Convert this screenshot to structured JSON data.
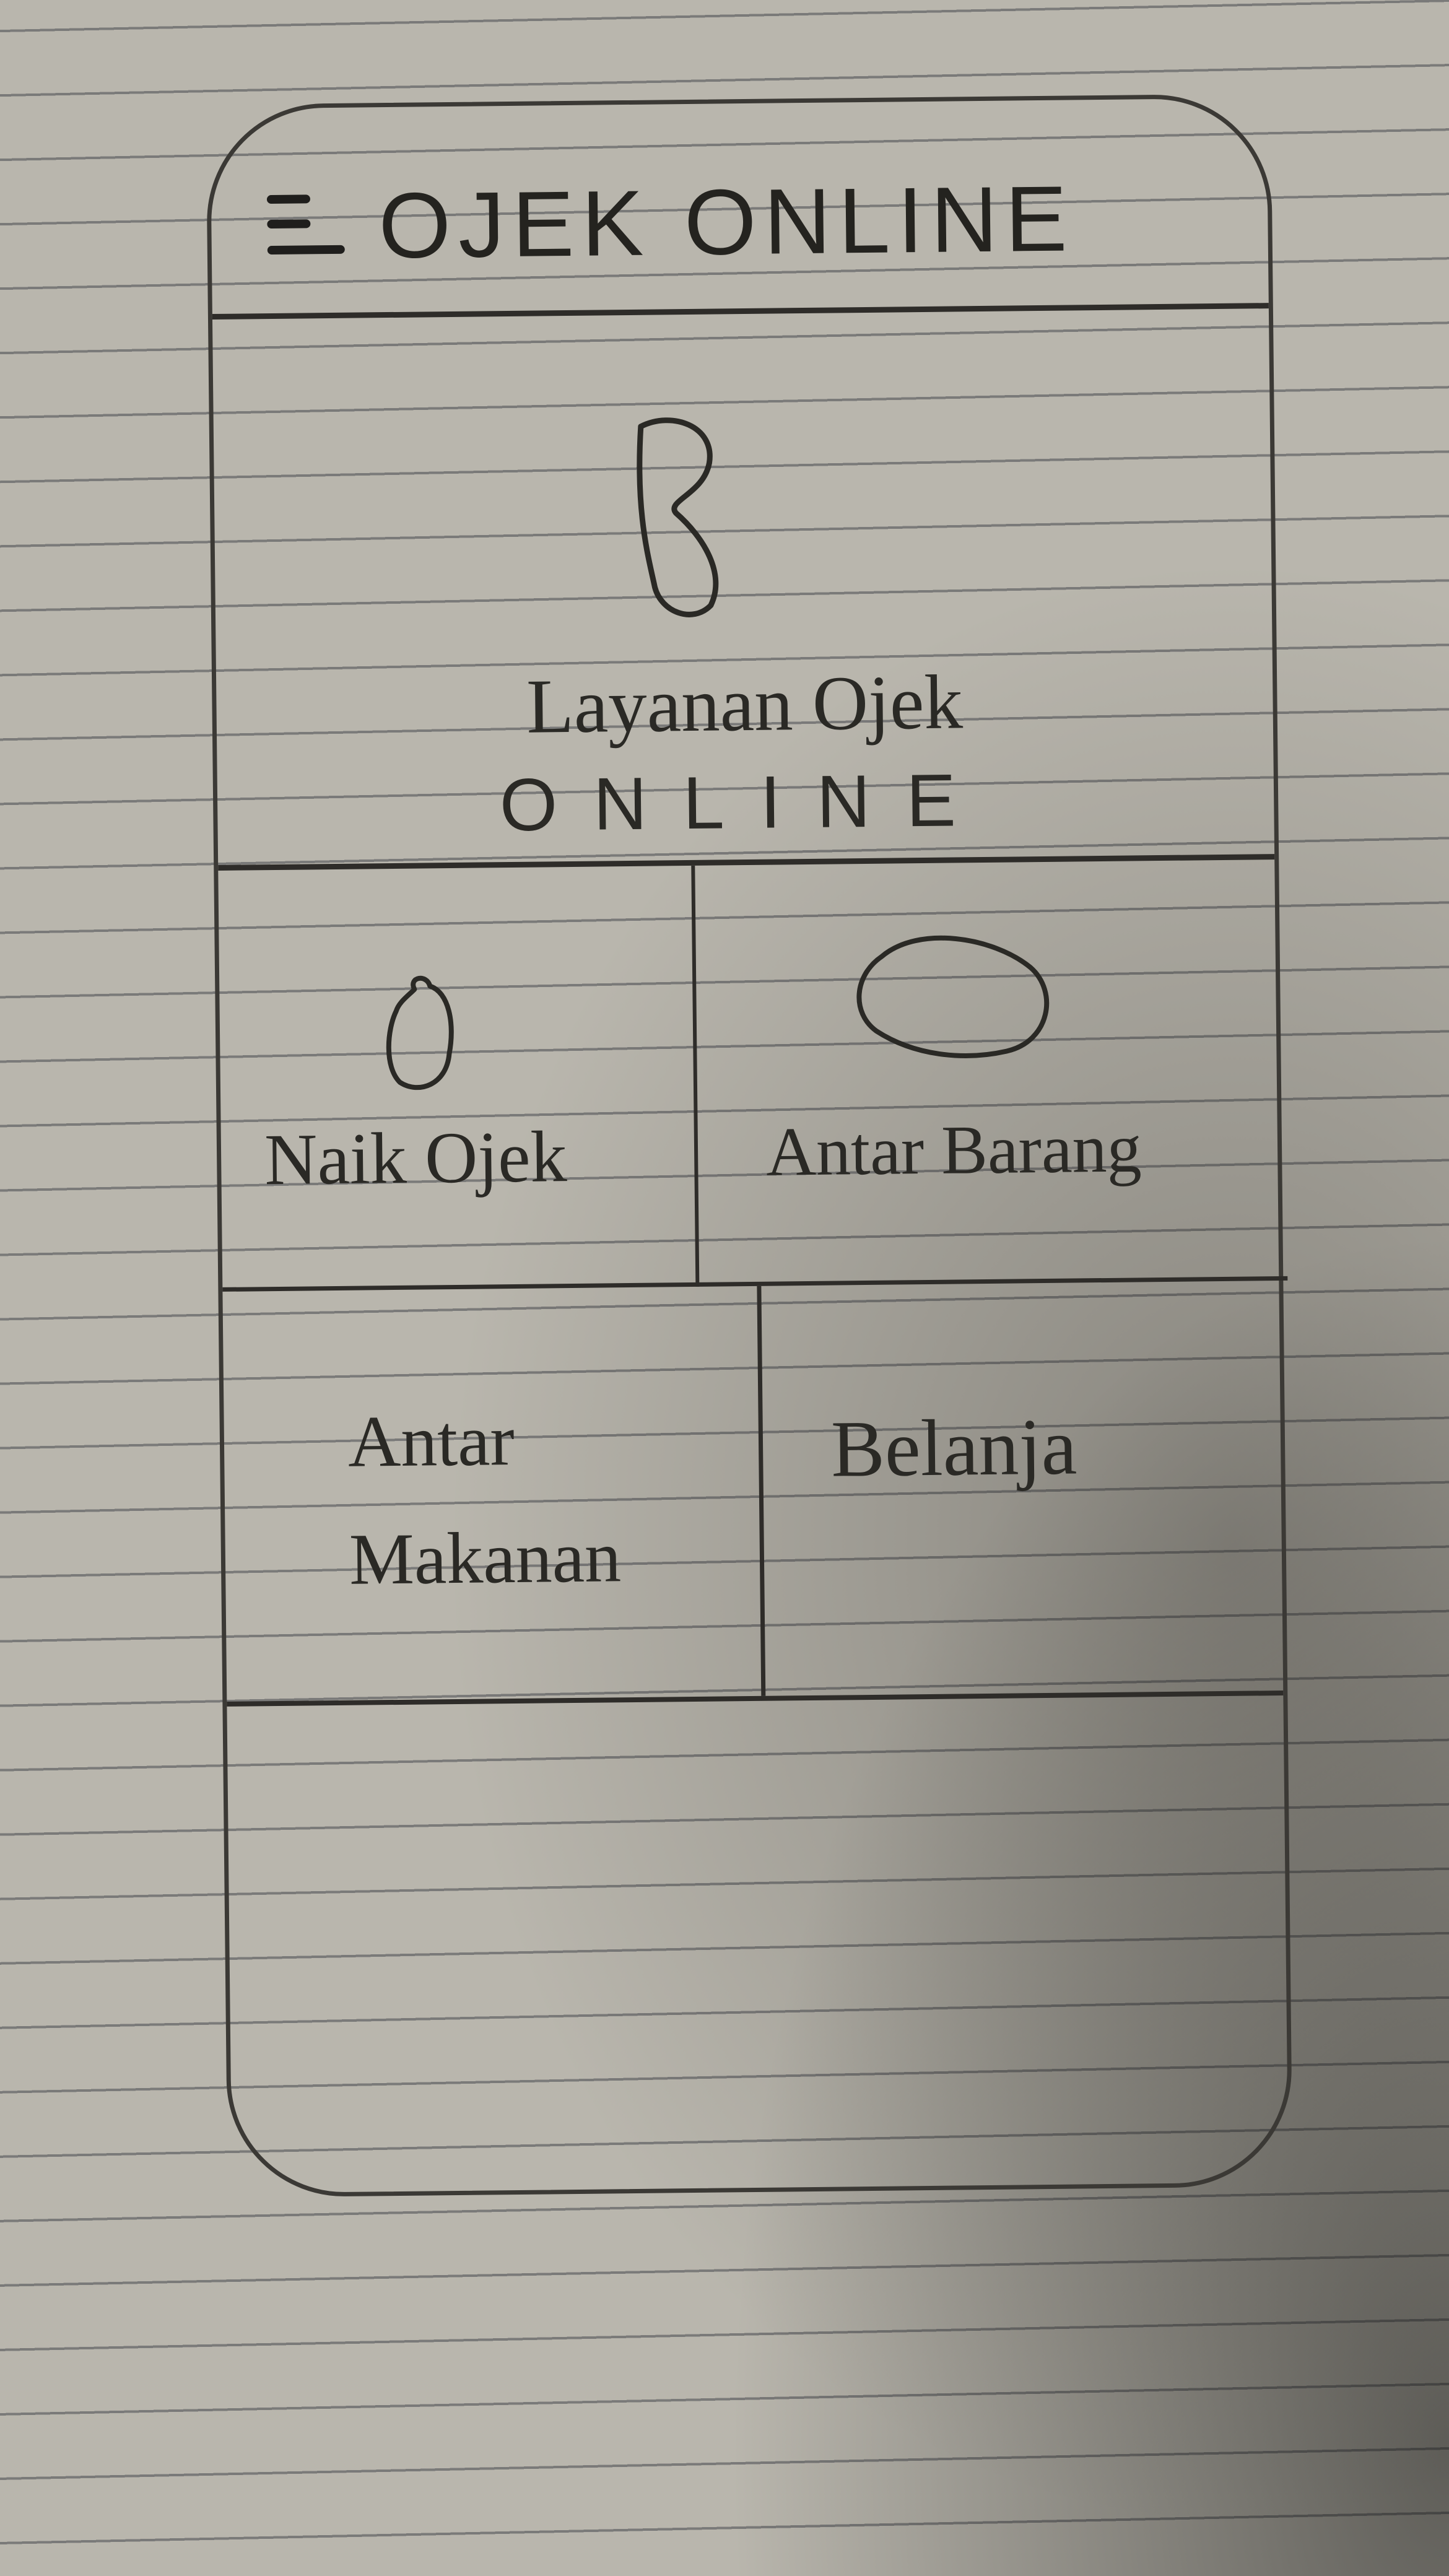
{
  "app_bar": {
    "menu_icon": "hamburger-menu-icon",
    "title": "OJEK ONLINE"
  },
  "hero": {
    "logo_icon": "ojek-logo-icon",
    "title": "Layanan Ojek",
    "subtitle": "ONLINE"
  },
  "services": [
    {
      "label": "Naik Ojek",
      "icon": "ride-icon"
    },
    {
      "label": "Antar Barang",
      "icon": "package-icon"
    },
    {
      "label": "Antar Makanan",
      "icon": ""
    },
    {
      "label": "Belanja",
      "icon": ""
    }
  ]
}
